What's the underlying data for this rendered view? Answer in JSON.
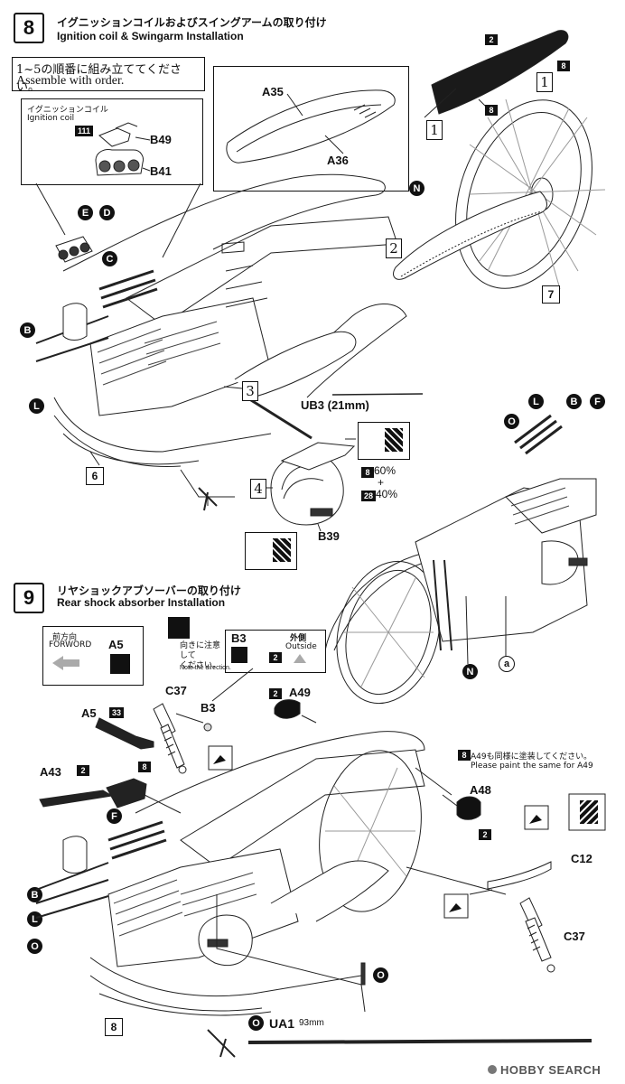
{
  "step8": {
    "number": "8",
    "title_jp": "イグニッションコイルおよびスイングアームの取り付け",
    "title_en": "Ignition coil & Swingarm Installation",
    "note_jp": "1~5の順番に組み立ててください。",
    "note_en": "Assemble with order.",
    "coil_title_jp": "イグニッションコイル",
    "coil_title_en": "Ignition coil",
    "parts": {
      "b49": "B49",
      "b41": "B41",
      "a35": "A35",
      "a36": "A36",
      "ub3": "UB3 (21mm)",
      "b39": "B39"
    },
    "color_codes": {
      "c111": "111",
      "c2": "2",
      "c8": "8",
      "c28": "28",
      "c6": "6",
      "c7": "7"
    },
    "seq": {
      "s1a": "1",
      "s1b": "1",
      "s2": "2",
      "s3": "3",
      "s4": "4"
    },
    "mix": {
      "first": "60%",
      "plus": "+",
      "second": "40%"
    },
    "wires": {
      "e": "E",
      "d": "D",
      "c": "C",
      "b": "B",
      "l": "L",
      "n": "N",
      "o": "O",
      "f": "F",
      "a": "a"
    }
  },
  "step9": {
    "number": "9",
    "title_jp": "リヤショックアブソーバーの取り付け",
    "title_en": "Rear shock absorber Installation",
    "front_jp": "前方向",
    "front_en": "FORWORD",
    "direction_jp": "向きに注意して\nください。",
    "direction_en": "Note the direction.",
    "outside_jp": "外側",
    "outside_en": "Outside",
    "a49_note_jp": "A49も同様に塗装してください。",
    "a49_note_en": "Please paint the same for A49",
    "parts": {
      "a5": "A5",
      "a5b": "A5",
      "c37": "C37",
      "b3": "B3",
      "b3b": "B3",
      "a49": "A49",
      "a43": "A43",
      "a48": "A48",
      "c12": "C12",
      "c37b": "C37",
      "ua1": "UA1",
      "ua1_len": "93mm"
    },
    "color_codes": {
      "c33": "33",
      "c2a": "2",
      "c2b": "2",
      "c2c": "2",
      "c8a": "8",
      "c8b": "8",
      "c2d": "2",
      "c8": "8"
    },
    "wires": {
      "f": "F",
      "b": "B",
      "l": "L",
      "o": "O",
      "o2": "O",
      "o3": "O"
    }
  },
  "watermark": "HOBBY SEARCH"
}
